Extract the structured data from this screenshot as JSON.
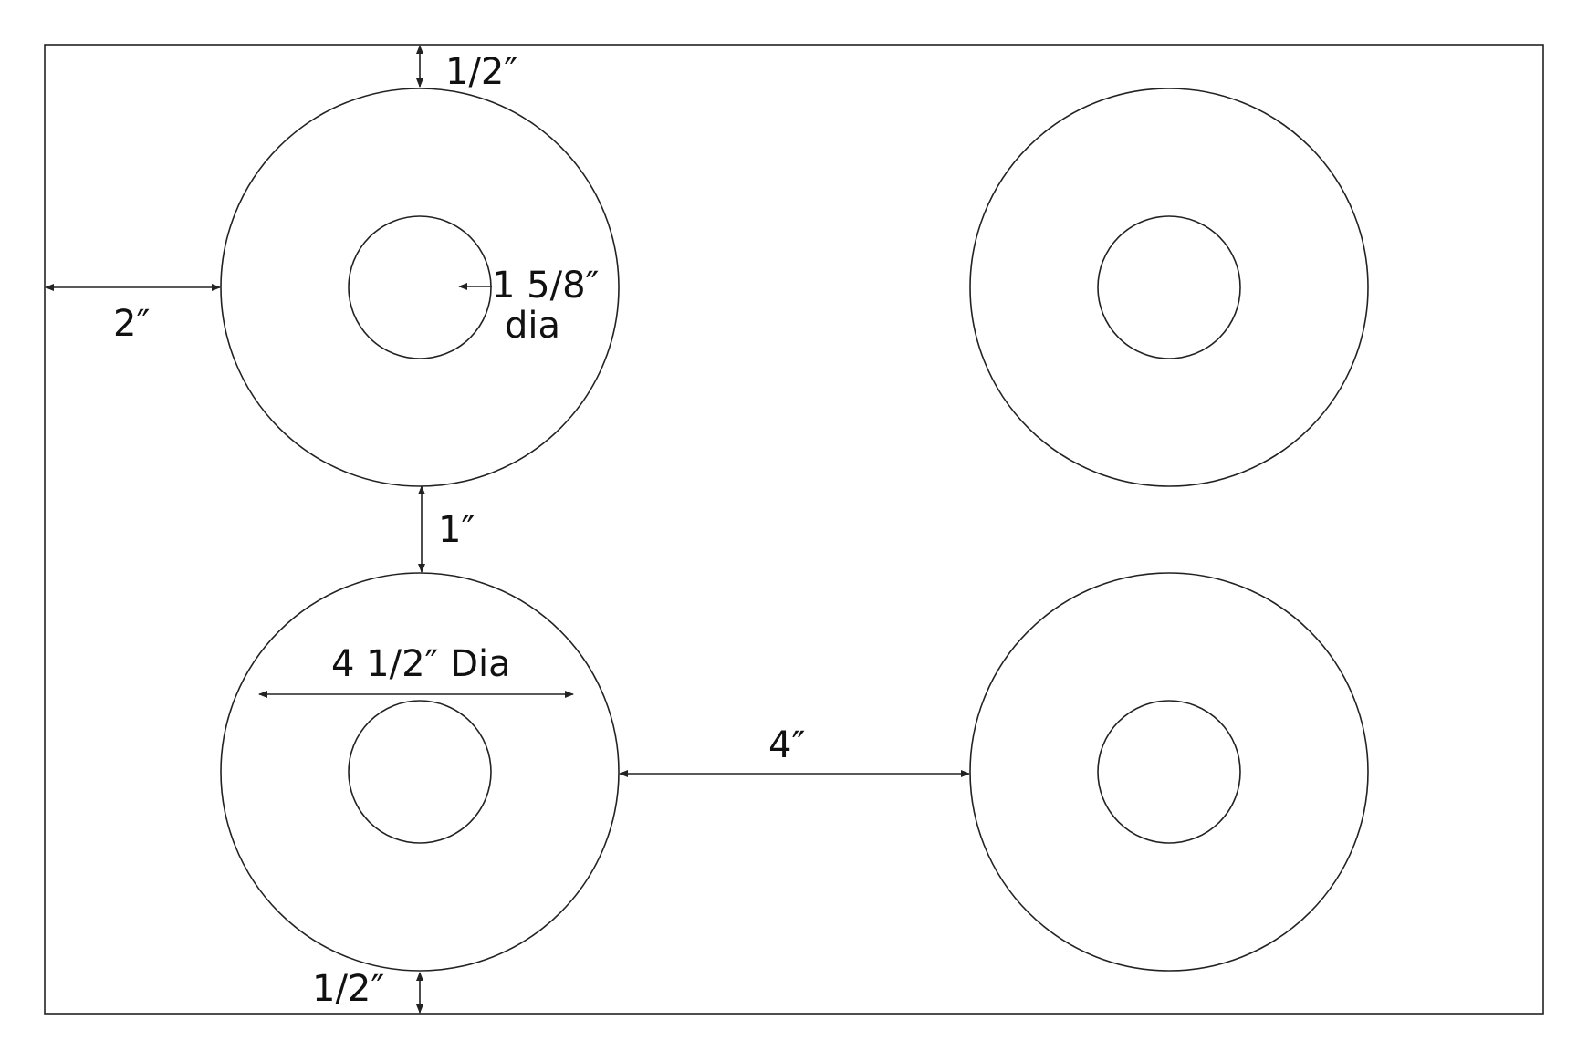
{
  "dimensions": {
    "top_margin": "1/2″",
    "left_margin": "2″",
    "hole_dia_line1": "1 5/8″",
    "hole_dia_line2": "dia",
    "vertical_gap": "1″",
    "label_dia": "4 1/2″ Dia",
    "horizontal_gap": "4″",
    "bottom_margin": "1/2″"
  },
  "colors": {
    "line": "#222222",
    "background": "#ffffff"
  }
}
